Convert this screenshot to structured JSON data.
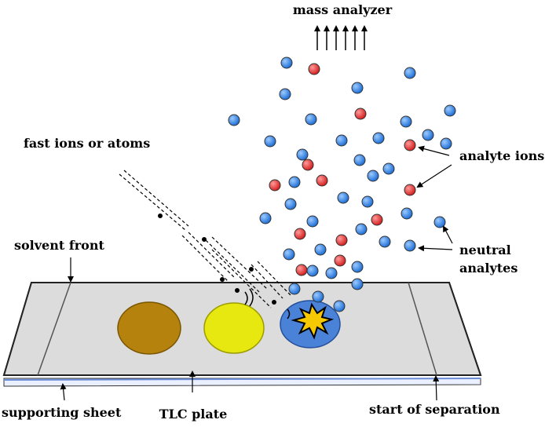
{
  "labels": {
    "mass_analyzer": "mass analyzer",
    "fast_ions": "fast ions or atoms",
    "analyte_ions": "analyte ions",
    "neutral_line1": "neutral",
    "neutral_line2": "analytes",
    "solvent_front": "solvent front",
    "supporting_sheet": "supporting sheet",
    "tlc_plate": "TLC plate",
    "start_of_separation": "start of separation"
  },
  "colors": {
    "plate_top": "#d9d9d9",
    "plate_side": "#bfbfbf",
    "spot_brown": "#b8860b",
    "spot_yellow": "#e6e600",
    "spot_blue": "#4f86d9",
    "ion_red": "#e03030",
    "neutral_blue": "#3a86e0",
    "burst": "#f5c400"
  }
}
